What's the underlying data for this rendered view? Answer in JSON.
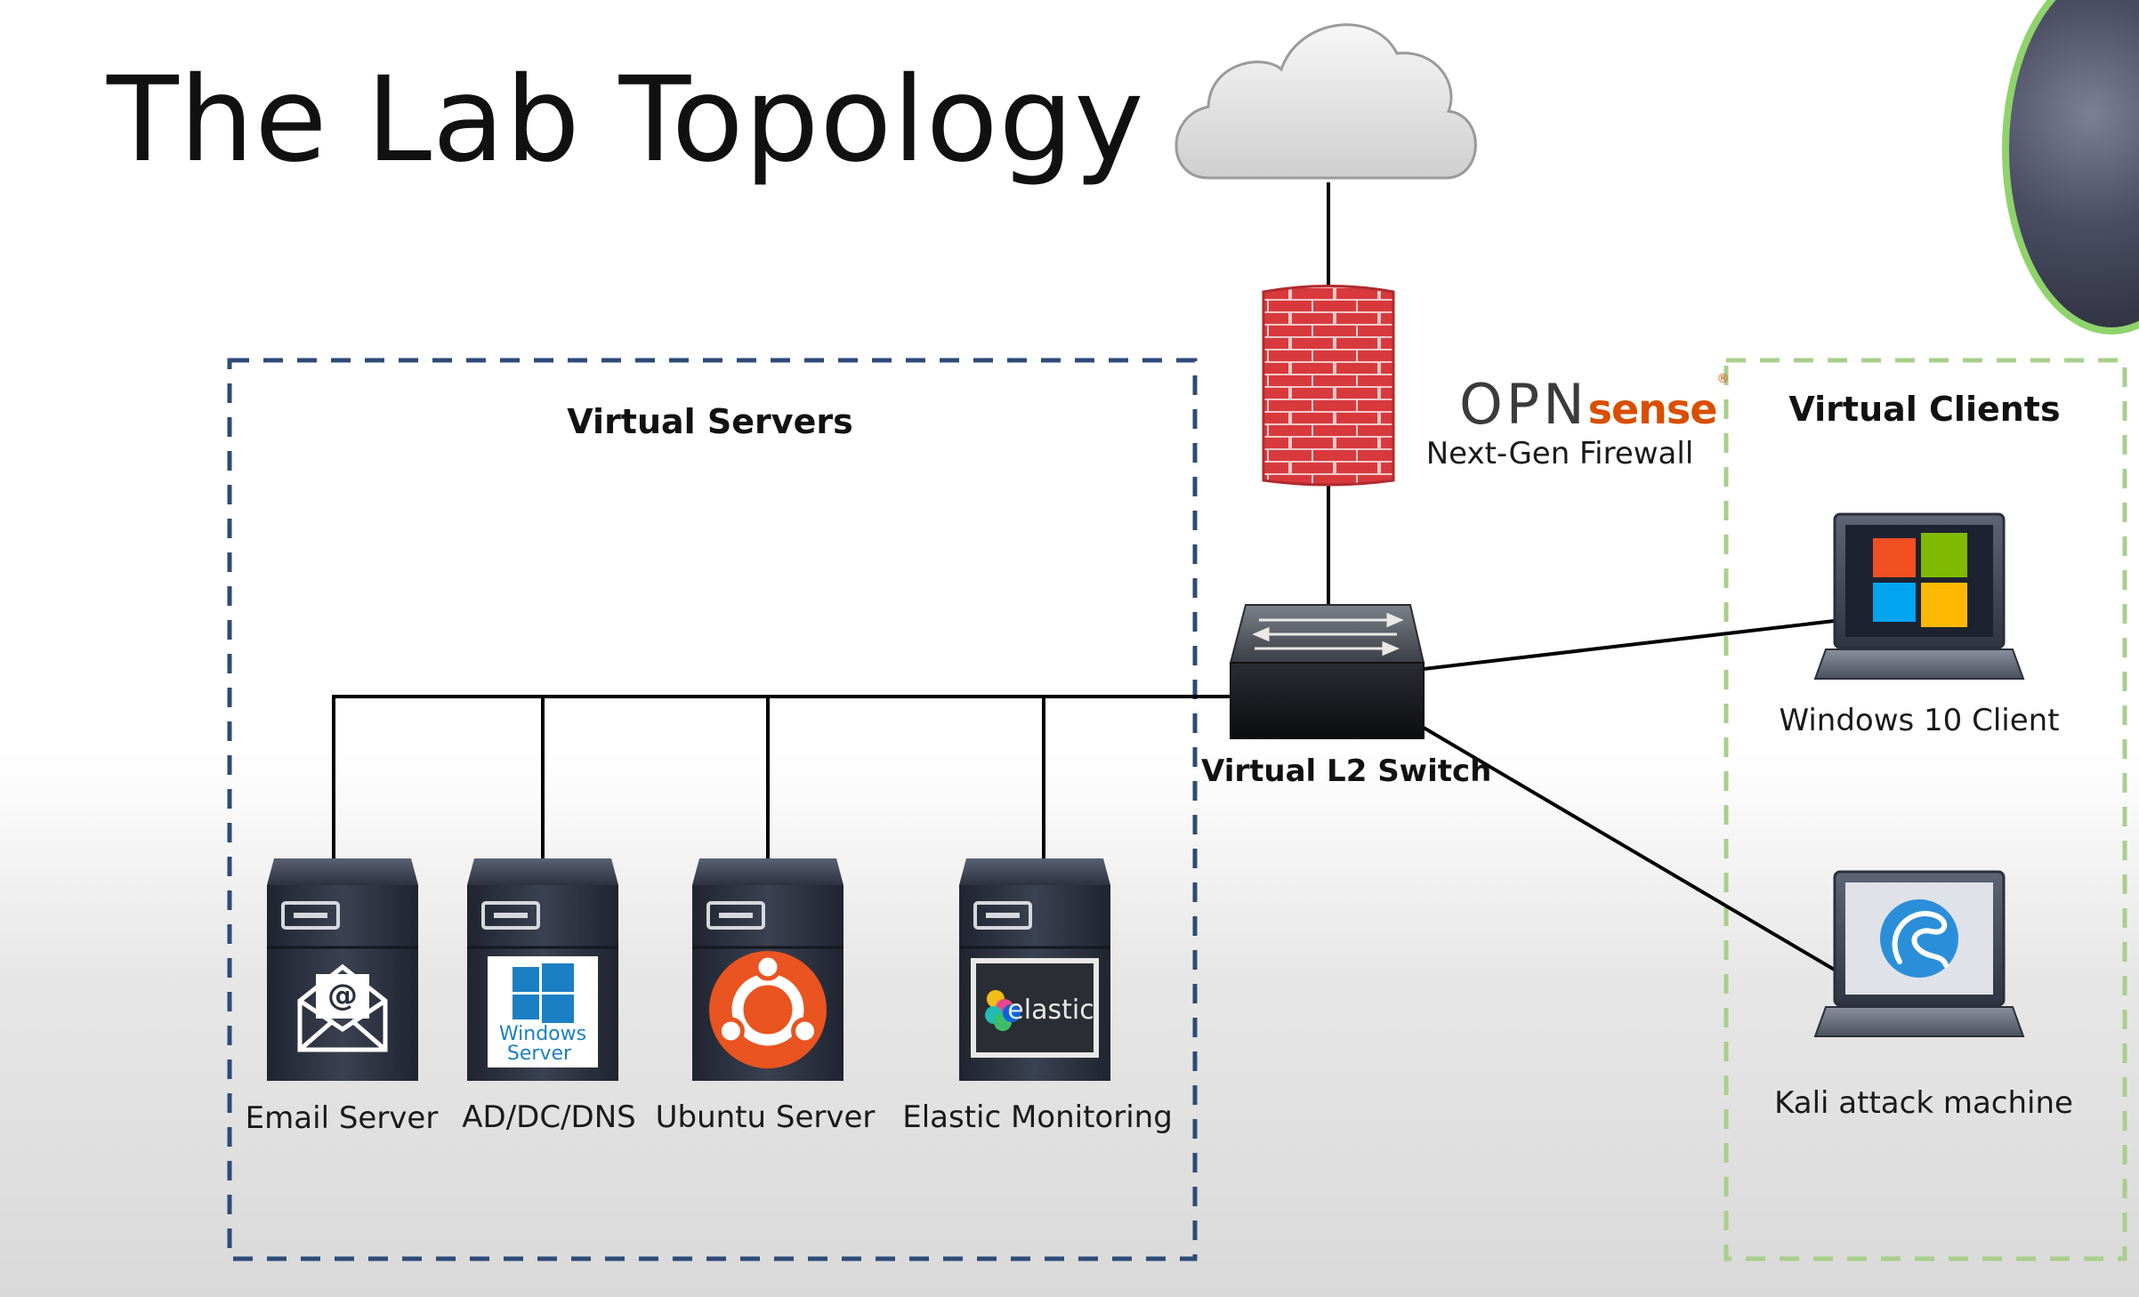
{
  "title": "The Lab Topology",
  "groups": {
    "servers_title": "Virtual Servers",
    "clients_title": "Virtual Clients"
  },
  "firewall": {
    "brand_main": "OPN",
    "brand_sense": "sense",
    "brand_mark": "®",
    "label": "Next-Gen Firewall"
  },
  "switch": {
    "label": "Virtual L2 Switch"
  },
  "servers": [
    {
      "label": "Email Server",
      "icon": "email-icon"
    },
    {
      "label": "AD/DC/DNS",
      "icon": "windows-server-icon",
      "logo_text_1": "Windows",
      "logo_text_2": "Server"
    },
    {
      "label": "Ubuntu Server",
      "icon": "ubuntu-icon"
    },
    {
      "label": "Elastic Monitoring",
      "icon": "elastic-icon",
      "logo_text": "elastic"
    }
  ],
  "clients": [
    {
      "label": "Windows 10 Client",
      "icon": "windows-logo-icon"
    },
    {
      "label": "Kali attack machine",
      "icon": "kali-dragon-icon"
    }
  ],
  "colors": {
    "servers_border": "#2e4a78",
    "clients_border": "#a9cf8c",
    "firewall_red": "#d5363a",
    "opnsense_orange": "#d94f00",
    "ubuntu_orange": "#e95420"
  }
}
